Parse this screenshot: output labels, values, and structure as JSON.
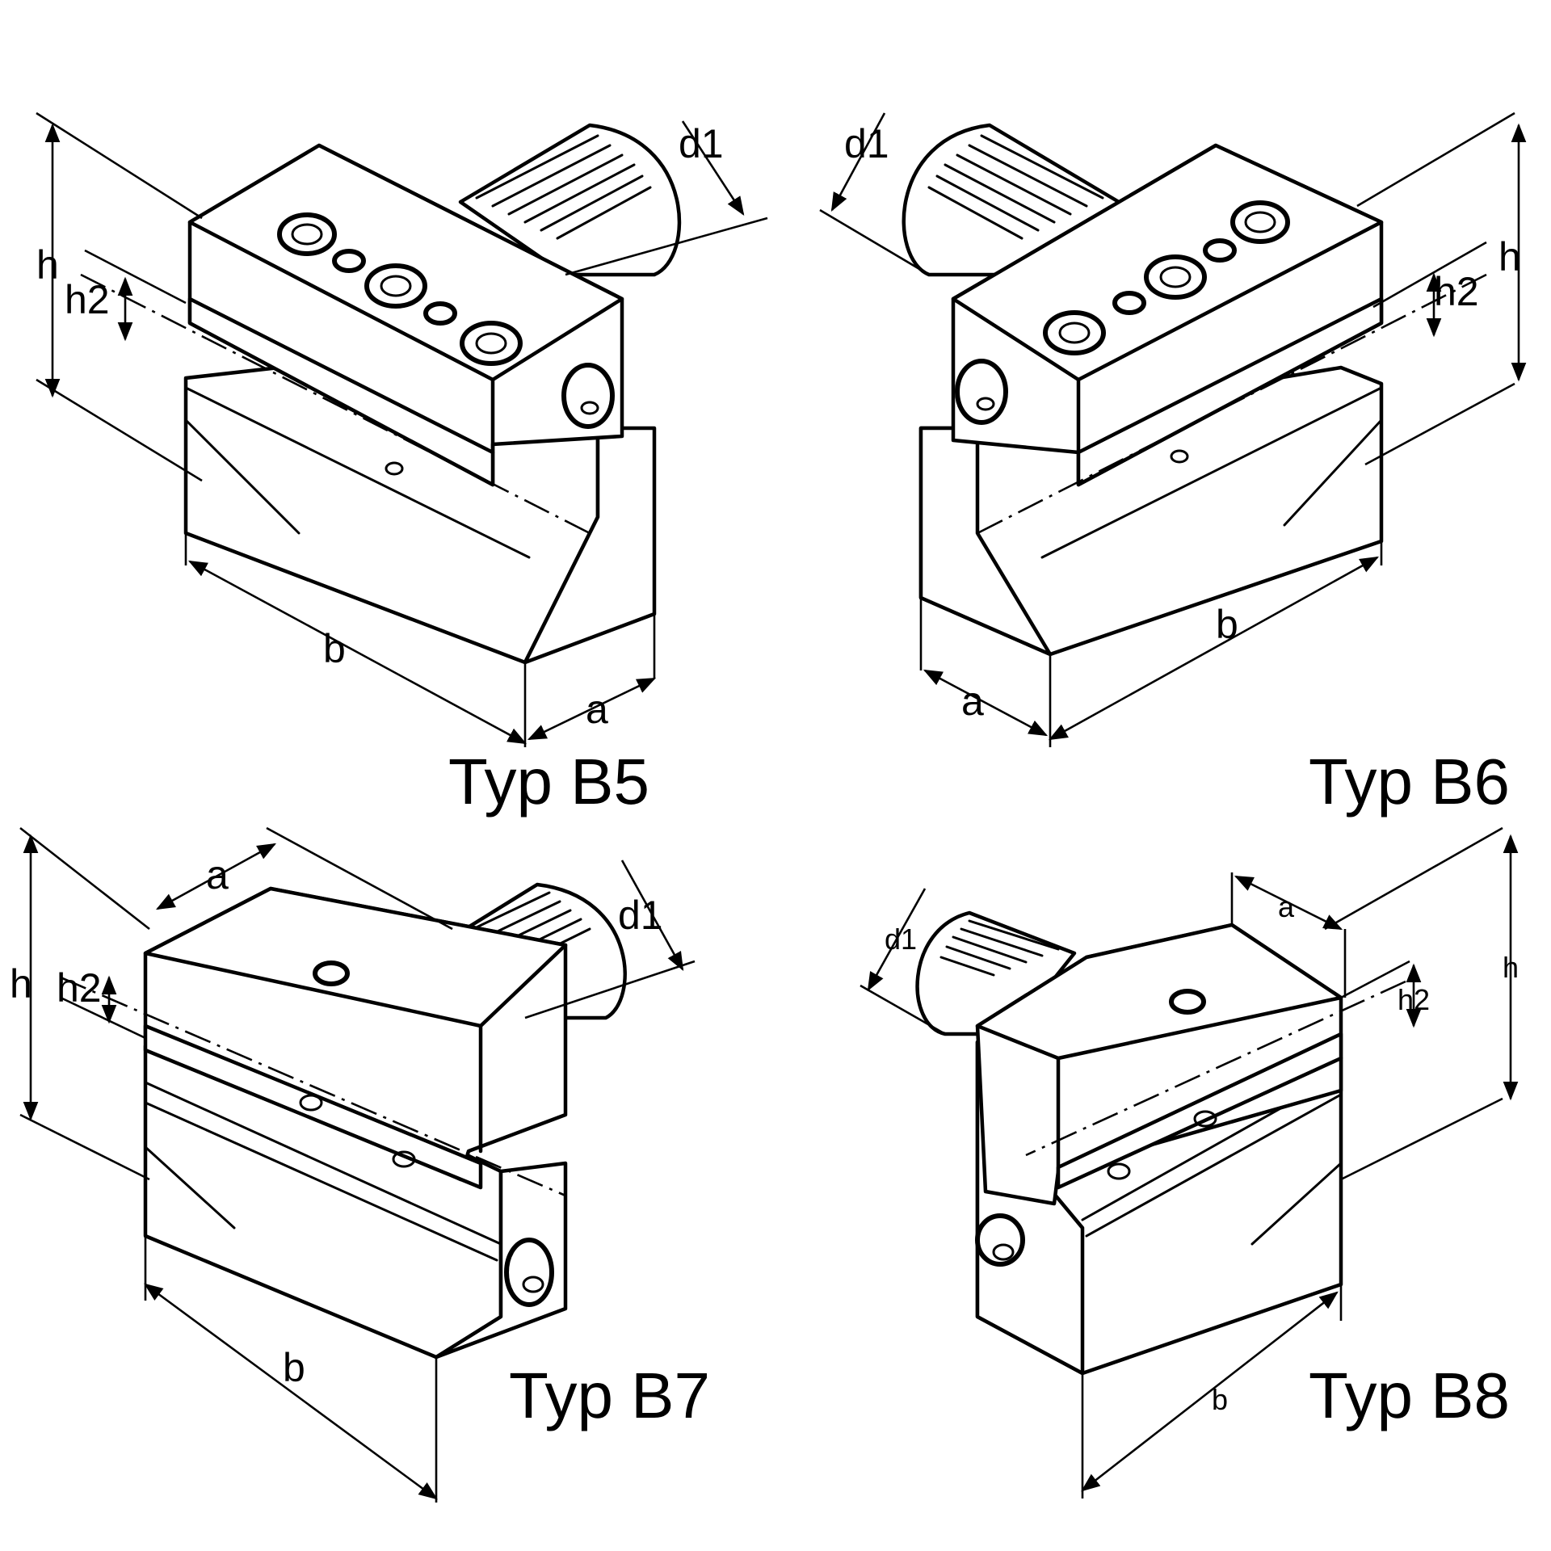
{
  "figures": [
    {
      "id": "B5",
      "title": "Typ B5",
      "labels": {
        "d1": "d1",
        "h": "h",
        "h2": "h2",
        "a": "a",
        "b": "b"
      }
    },
    {
      "id": "B6",
      "title": "Typ B6",
      "labels": {
        "d1": "d1",
        "h": "h",
        "h2": "h2",
        "a": "a",
        "b": "b"
      }
    },
    {
      "id": "B7",
      "title": "Typ B7",
      "labels": {
        "d1": "d1",
        "h": "h",
        "h2": "h2",
        "a": "a",
        "b": "b"
      }
    },
    {
      "id": "B8",
      "title": "Typ B8",
      "labels": {
        "d1": "d1",
        "h": "h",
        "h2": "h2",
        "a": "a",
        "b": "b"
      }
    }
  ]
}
